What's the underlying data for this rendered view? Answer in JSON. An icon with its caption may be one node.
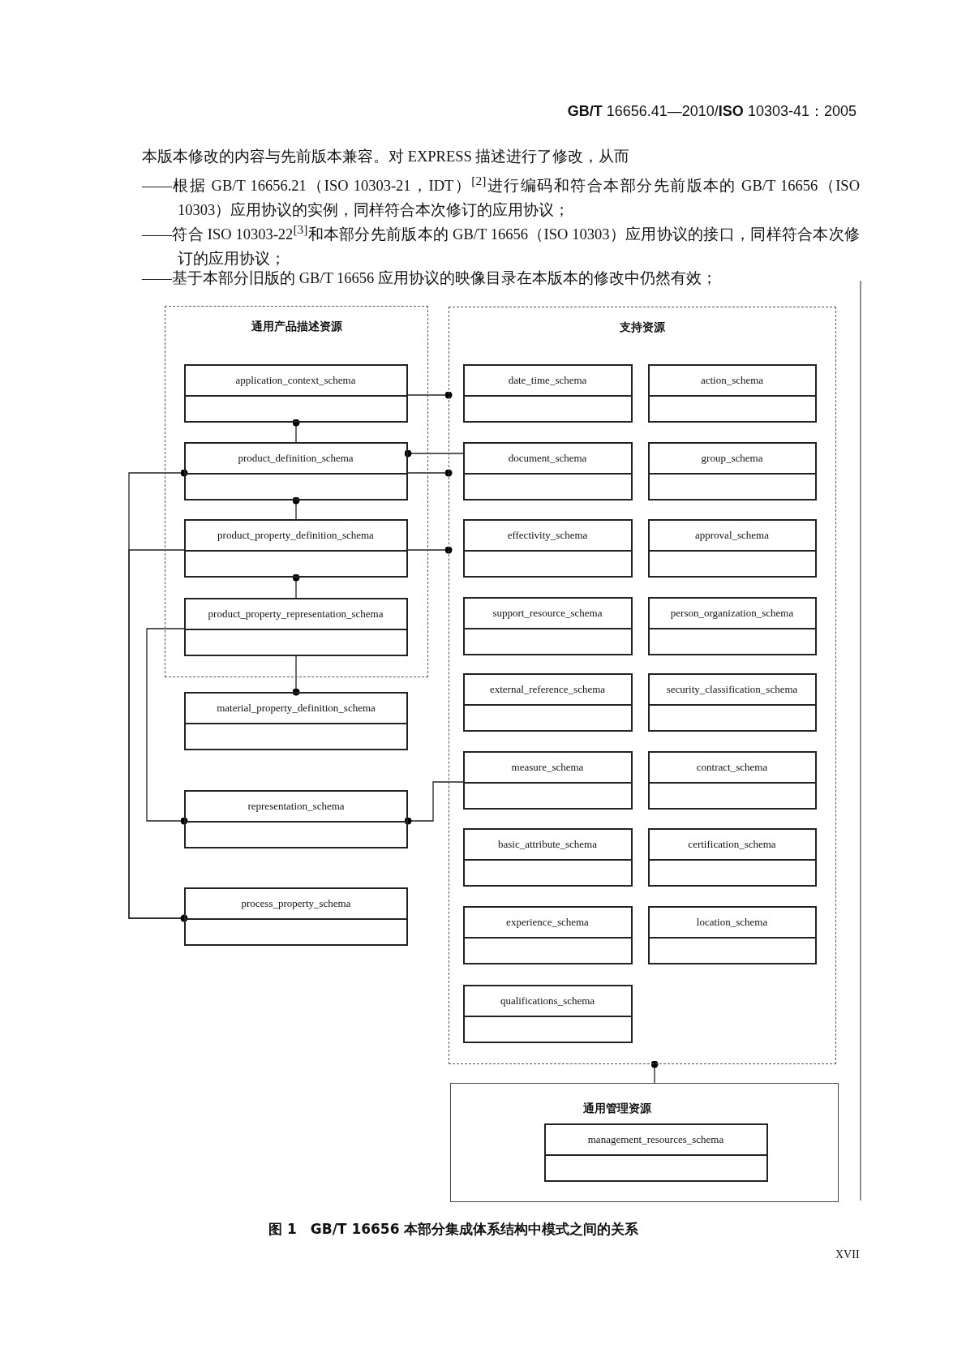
{
  "diagram": {
    "caption": "图 1　GB/T 16656 本部分集成体系结构中模式之间的关系",
    "nodes": [
      {
        "text": [
          "通用产品描述资源"
        ]
      },
      {
        "text": [
          "application_context_schema"
        ],
        "in": 0
      },
      {
        "text": [
          "product_definition_schema"
        ],
        "in": 0
      },
      {
        "text": [
          "product_property_definition_schema"
        ],
        "in": 0
      },
      {
        "text": [
          "product_property_representation_schema"
        ],
        "in": 0
      },
      {
        "text": [
          "material_property_definition_schema"
        ]
      },
      {
        "text": [
          "representation_schema"
        ]
      },
      {
        "text": [
          "process_property_schema"
        ]
      },
      {
        "text": [
          "支持资源"
        ]
      },
      {
        "text": [
          "date_time_schema"
        ],
        "in": 8
      },
      {
        "text": [
          "action_schema"
        ],
        "in": 8
      },
      {
        "text": [
          "document_schema"
        ],
        "in": 8
      },
      {
        "text": [
          "group_schema"
        ],
        "in": 8
      },
      {
        "text": [
          "effectivity_schema"
        ],
        "in": 8
      },
      {
        "text": [
          "approval_schema"
        ],
        "in": 8
      },
      {
        "text": [
          "support_resource_schema"
        ],
        "in": 8
      },
      {
        "text": [
          "person_organization_schema"
        ],
        "in": 8
      },
      {
        "text": [
          "external_reference_schema"
        ],
        "in": 8
      },
      {
        "text": [
          "security_classification_schema"
        ],
        "in": 8
      },
      {
        "text": [
          "measure_schema"
        ],
        "in": 8
      },
      {
        "text": [
          "contract_schema"
        ],
        "in": 8
      },
      {
        "text": [
          "basic_attribute_schema"
        ],
        "in": 8
      },
      {
        "text": [
          "certification_schema"
        ],
        "in": 8
      },
      {
        "text": [
          "experience_schema"
        ],
        "in": 8
      },
      {
        "text": [
          "location_schema"
        ],
        "in": 8
      },
      {
        "text": [
          "qualifications_schema"
        ],
        "in": 8
      },
      {
        "text": [
          "通用管理资源"
        ]
      },
      {
        "text": [
          "management_resources_schema"
        ],
        "in": 26
      }
    ],
    "edges": [
      {
        "from": 1,
        "to": 8,
        "arrow": "other"
      },
      {
        "from": 2,
        "to": 1,
        "arrow": "other"
      },
      {
        "from": 11,
        "to": 2,
        "arrow": "other"
      },
      {
        "from": 2,
        "to": 8,
        "arrow": "other"
      },
      {
        "from": 7,
        "to": 2,
        "arrow": "other"
      },
      {
        "from": 7,
        "to": 3,
        "arrow": "none"
      },
      {
        "from": 3,
        "to": 2,
        "arrow": "other"
      },
      {
        "from": 4,
        "to": 3,
        "arrow": "other"
      },
      {
        "from": 4,
        "to": 5,
        "arrow": "other"
      },
      {
        "from": 4,
        "to": 6,
        "arrow": "other"
      },
      {
        "from": 19,
        "to": 6,
        "arrow": "other"
      },
      {
        "from": 26,
        "to": 8,
        "arrow": "other"
      },
      {
        "from": 3,
        "to": 8,
        "arrow": "other"
      }
    ],
    "labels": [
      "**GB/T** 16656.41—2010/**ISO** 10303-41：2005",
      "本版本修改的内容与先前版本兼容。对 EXPRESS 描述进行了修改，从而",
      "——根据 GB/T 16656.21（ISO 10303-21，IDT）$^{[2]}$进行编码和符合本部分先前版本的 GB/T 16656（ISO 10303）应用协议的实例，同样符合本次修订的应用协议；",
      "——符合 ISO 10303-22$^{[3]}$和本部分先前版本的 GB/T 16656（ISO 10303）应用协议的接口，同样符合本次修订的应用协议；",
      "——基于本部分旧版的 GB/T 16656 应用协议的映像目录在本版本的修改中仍然有效；",
      "XVII"
    ]
  }
}
